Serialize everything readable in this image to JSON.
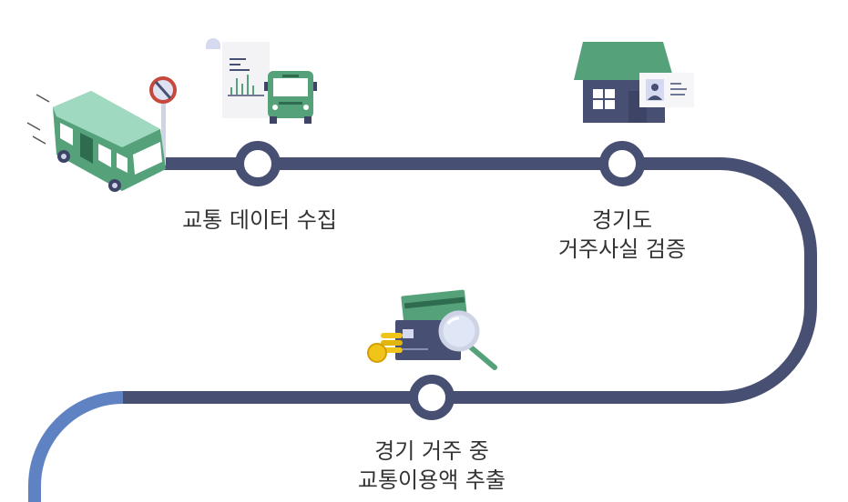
{
  "steps": [
    {
      "lines": [
        "교통 데이터 수집"
      ]
    },
    {
      "lines": [
        "경기도",
        "거주사실 검증"
      ]
    },
    {
      "lines": [
        "경기 거주 중",
        "교통이용액 추출"
      ]
    }
  ],
  "icons": {
    "bus": "bus-icon",
    "bus_stop": "bus-stop-sign-icon",
    "data_doc": "chart-document-icon",
    "bus_front": "bus-front-icon",
    "house": "house-icon",
    "id_card": "id-card-icon",
    "cards": "credit-card-icon",
    "coins": "coins-icon",
    "magnifier": "magnifier-icon"
  },
  "colors": {
    "path": "#474f72",
    "path_accent": "#5f82c2",
    "node_fill": "#ffffff",
    "text": "#333333",
    "green": "#55a27a",
    "mint": "#9fd9c0"
  }
}
